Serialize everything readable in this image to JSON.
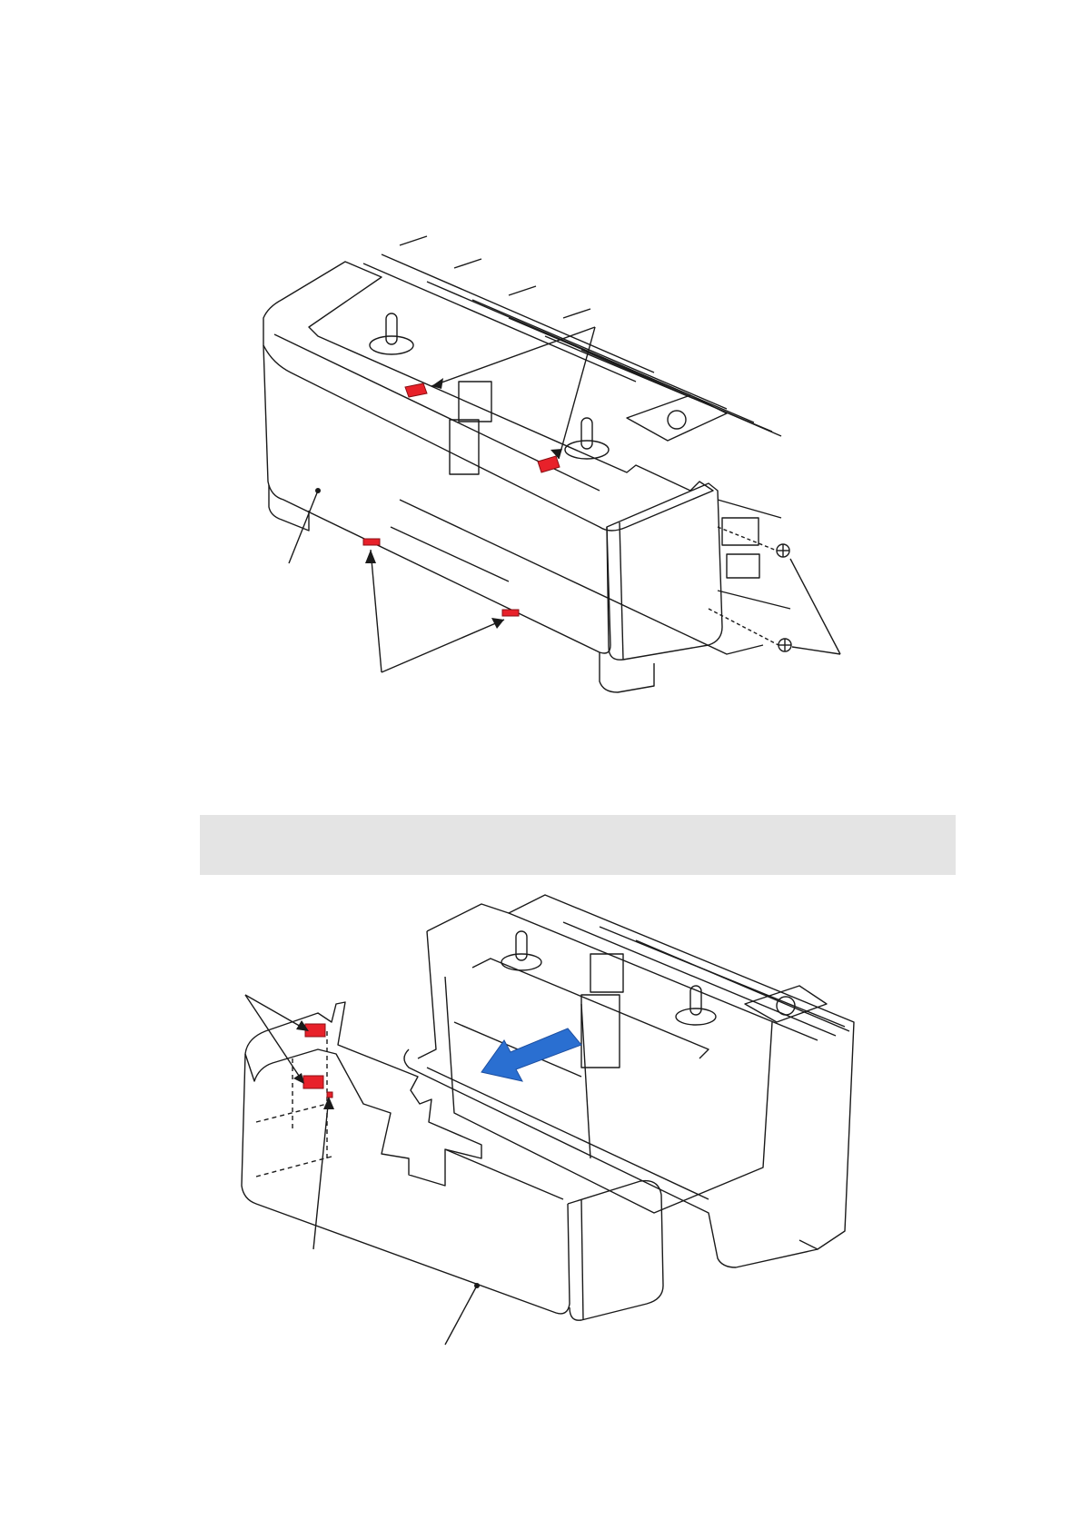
{
  "colors": {
    "background": "#ffffff",
    "line": "#1a1a1a",
    "highlight_red": "#e8212a",
    "arrow_blue": "#2a6fd1",
    "note_gray": "#e4e4e4"
  },
  "figure_top": {
    "icon": "tray-cover-removal-illustration"
  },
  "note_box": {
    "text": ""
  },
  "figure_bottom": {
    "icon": "tray-cover-slide-off-illustration",
    "arrow": "pull-direction-arrow"
  }
}
